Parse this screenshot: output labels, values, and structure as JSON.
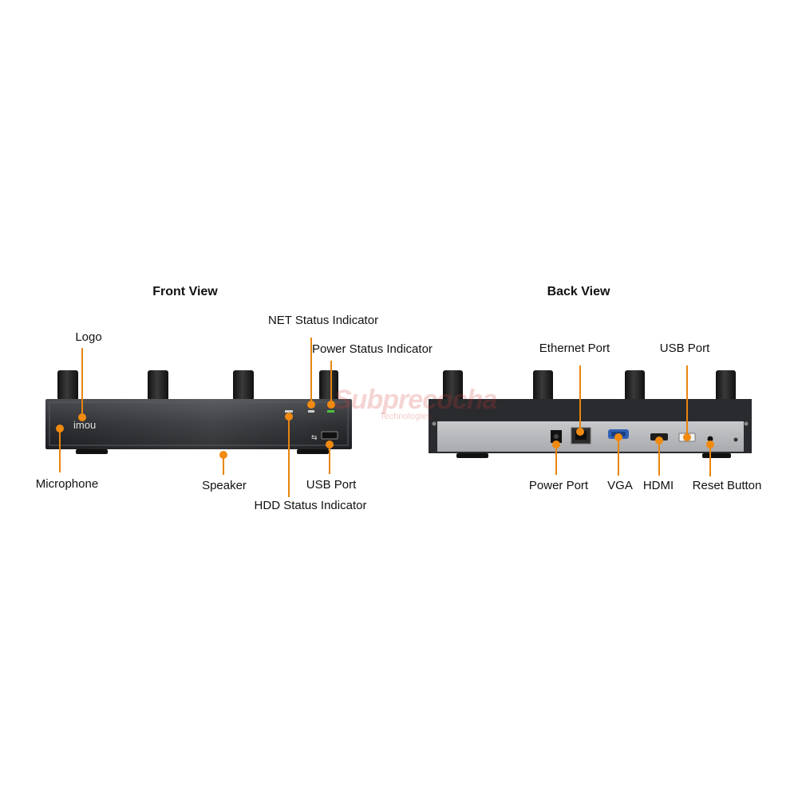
{
  "colors": {
    "leader": "#e8850f",
    "leader_dot": "#f08a10",
    "front_body": "#2a2b2e",
    "back_panel": "#b9babd",
    "antenna": "#1c1c1c",
    "status_led": "#4cc23c"
  },
  "front": {
    "title": "Front View",
    "brand_mark": "imou",
    "callouts": {
      "logo": "Logo",
      "net_status": "NET Status Indicator",
      "power_status": "Power Status Indicator",
      "microphone": "Microphone",
      "speaker": "Speaker",
      "usb_port": "USB Port",
      "hdd_status": "HDD Status Indicator"
    }
  },
  "back": {
    "title": "Back View",
    "callouts": {
      "ethernet_port": "Ethernet Port",
      "usb_port": "USB Port",
      "power_port": "Power Port",
      "vga": "VGA",
      "hdmi": "HDMI",
      "reset_button": "Reset Button"
    }
  },
  "watermark": {
    "main": "Subprecocha",
    "sub": "Technologies"
  }
}
